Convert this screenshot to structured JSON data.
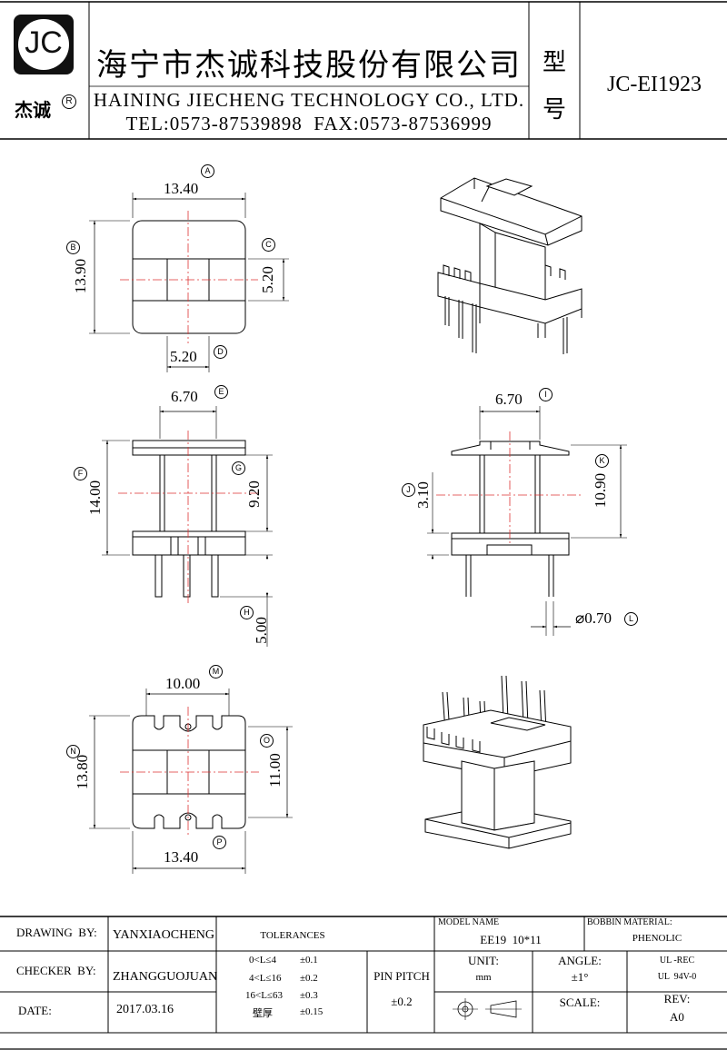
{
  "header": {
    "logo_letters": "JC",
    "logo_brand": "杰诚",
    "logo_registered": "R",
    "company_cn": "海宁市杰诚科技股份有限公司",
    "company_en": "HAINING JIECHENG TECHNOLOGY CO., LTD.",
    "contact": "TEL:0573-87539898  FAX:0573-87536999",
    "type_label_1": "型",
    "type_label_2": "号",
    "model_code": "JC-EI1923"
  },
  "drawing": {
    "top_view": {
      "dim_a": "13.40",
      "marker_a": "A",
      "dim_b": "13.90",
      "marker_b": "B",
      "dim_c": "5.20",
      "marker_c": "C",
      "dim_d": "5.20",
      "marker_d": "D"
    },
    "front_view": {
      "dim_e": "6.70",
      "marker_e": "E",
      "dim_f": "14.00",
      "marker_f": "F",
      "dim_g": "9.20",
      "marker_g": "G",
      "dim_h": "5.00",
      "marker_h": "H"
    },
    "side_view": {
      "dim_i": "6.70",
      "marker_i": "I",
      "dim_j": "3.10",
      "marker_j": "J",
      "dim_k": "10.90",
      "marker_k": "K",
      "dim_l": "⌀0.70",
      "marker_l": "L"
    },
    "bottom_view": {
      "dim_m": "10.00",
      "marker_m": "M",
      "dim_n": "13.80",
      "marker_n": "N",
      "dim_o": "11.00",
      "marker_o": "O",
      "dim_p": "13.40",
      "marker_p": "P"
    }
  },
  "title_block": {
    "drawing_by_label": "DRAWING  BY:",
    "drawing_by": "YANXIAOCHENG",
    "checker_by_label": "CHECKER  BY:",
    "checker_by": "ZHANGGUOJUAN",
    "date_label": "DATE:",
    "date": "2017.03.16",
    "tolerances_label": "TOLERANCES",
    "tol_rows": [
      {
        "range": "0<L≤4",
        "value": "±0.1"
      },
      {
        "range": "4<L≤16",
        "value": "±0.2"
      },
      {
        "range": "16<L≤63",
        "value": "±0.3"
      },
      {
        "range": "壁厚",
        "value": "±0.15"
      }
    ],
    "pin_pitch_label": "PIN PITCH",
    "pin_pitch_value": "±0.2",
    "model_name_label": "MODEL NAME",
    "model_name": "EE19  10*11",
    "bobbin_material_label": "BOBBIN MATERIAL:",
    "bobbin_material": "PHENOLIC",
    "unit_label": "UNIT:",
    "unit": "mm",
    "angle_label": "ANGLE:",
    "angle": "±1°",
    "ul_1": "UL -REC",
    "ul_2": "UL  94V-0",
    "scale_label": "SCALE:",
    "rev_label": "REV:",
    "rev": "A0"
  }
}
